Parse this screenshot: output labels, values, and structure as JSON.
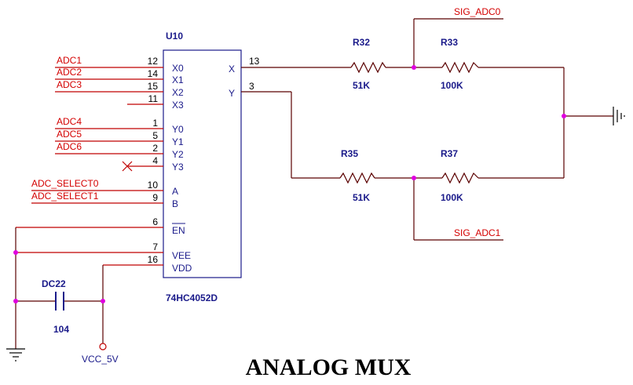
{
  "title": "ANALOG MUX",
  "ic": {
    "ref": "U10",
    "part": "74HC4052D",
    "pins": [
      {
        "net": "ADC1",
        "num": "12",
        "name": "X0"
      },
      {
        "net": "ADC2",
        "num": "14",
        "name": "X1"
      },
      {
        "net": "ADC3",
        "num": "15",
        "name": "X2"
      },
      {
        "net": "",
        "num": "11",
        "name": "X3"
      },
      {
        "net": "ADC4",
        "num": "1",
        "name": "Y0"
      },
      {
        "net": "ADC5",
        "num": "5",
        "name": "Y1"
      },
      {
        "net": "ADC6",
        "num": "2",
        "name": "Y2"
      },
      {
        "net": "",
        "num": "4",
        "name": "Y3"
      },
      {
        "net": "ADC_SELECT0",
        "num": "10",
        "name": "A"
      },
      {
        "net": "ADC_SELECT1",
        "num": "9",
        "name": "B"
      },
      {
        "net": "",
        "num": "6",
        "name": "EN"
      },
      {
        "net": "",
        "num": "7",
        "name": "VEE"
      },
      {
        "net": "",
        "num": "16",
        "name": "VDD"
      }
    ],
    "right_pins": [
      {
        "num": "13",
        "name": "X"
      },
      {
        "num": "3",
        "name": "Y"
      }
    ]
  },
  "resistors": [
    {
      "ref": "R32",
      "value": "51K"
    },
    {
      "ref": "R33",
      "value": "100K"
    },
    {
      "ref": "R35",
      "value": "51K"
    },
    {
      "ref": "R37",
      "value": "100K"
    }
  ],
  "signals": {
    "top": "SIG_ADC0",
    "bottom": "SIG_ADC1"
  },
  "capacitor": {
    "ref": "DC22",
    "value": "104"
  },
  "power": {
    "vcc": "VCC_5V"
  },
  "colors": {
    "wire_red": "#c00000",
    "wire_blue": "#1a1a8a",
    "junction": "#e000e0"
  }
}
